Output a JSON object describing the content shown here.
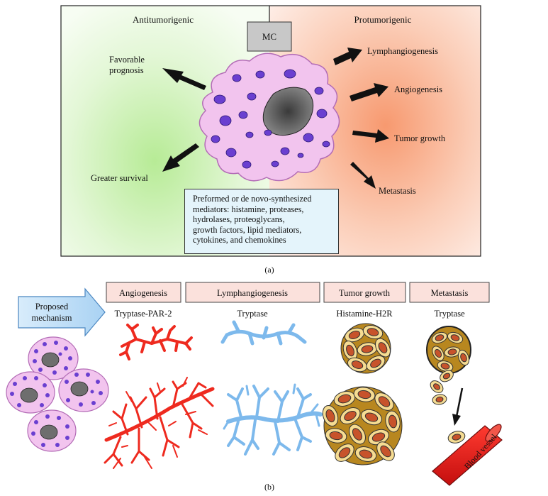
{
  "panel_a": {
    "left_heading": "Antitumorigenic",
    "right_heading": "Protumorigenic",
    "center_box": "MC",
    "left_outcomes": [
      "Favorable",
      "prognosis",
      "Greater survival"
    ],
    "right_outcomes": [
      "Lymphangiogenesis",
      "Angiogenesis",
      "Tumor growth",
      "Metastasis"
    ],
    "mediators_lines": [
      "Preformed or de novo-synthesized",
      "mediators: histamine, proteases,",
      "hydrolases, proteoglycans,",
      "growth factors, lipid mediators,",
      "cytokines, and chemokines"
    ],
    "caption": "(a)"
  },
  "panel_b": {
    "proposed_mechanism": [
      "Proposed",
      "mechanism"
    ],
    "headers": [
      "Angiogenesis",
      "Lymphangiogenesis",
      "Tumor growth",
      "Metastasis"
    ],
    "mediators": [
      "Tryptase-PAR-2",
      "Tryptase",
      "Histamine-H2R",
      "Tryptase"
    ],
    "blood_vessel_label": "Blood vessel",
    "caption": "(b)"
  },
  "colors": {
    "antitumor_green": "#c9efb4",
    "protumor_orange": "#f7a07e",
    "mast_cell_pink": "#f2c4ee",
    "granule_purple": "#6a3fd0",
    "nucleus_gray": "#707070",
    "angiogenesis_red": "#ee2a1f",
    "lymphatic_blue": "#7db9ec",
    "header_box": "#fbe1dc",
    "tumor_cell_yellow": "#f6dc92",
    "tumor_nucleus": "#c7532b",
    "mediator_box": "#e4f4fb"
  }
}
